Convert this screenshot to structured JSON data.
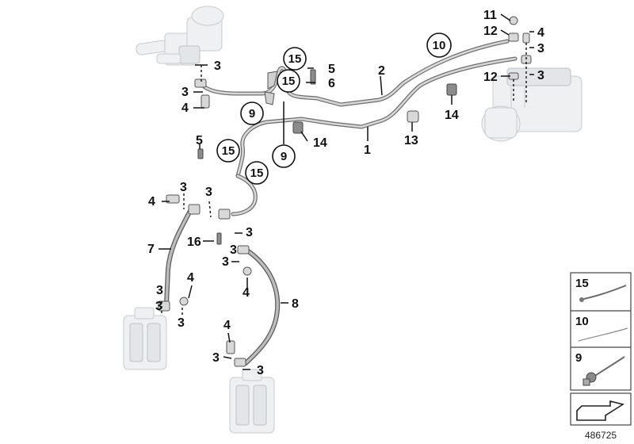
{
  "diagram": {
    "callouts": {
      "c1": "1",
      "c2": "2",
      "c3a": "3",
      "c3b": "3",
      "c3c": "3",
      "c3d": "3",
      "c3e": "3",
      "c3f": "3",
      "c3g": "3",
      "c3h": "3",
      "c3i": "3",
      "c3j": "3",
      "c3k": "3",
      "c3l": "3",
      "c3m": "3",
      "c3n": "3",
      "c4a": "4",
      "c4b": "4",
      "c4c": "4",
      "c4d": "4",
      "c4e": "4",
      "c4f": "4",
      "c5a": "5",
      "c5b": "5",
      "c6": "6",
      "c7": "7",
      "c8": "8",
      "c9a": "9",
      "c9b": "9",
      "c10": "10",
      "c11": "11",
      "c12a": "12",
      "c12b": "12",
      "c13": "13",
      "c14a": "14",
      "c14b": "14",
      "c15a": "15",
      "c15b": "15",
      "c15c": "15",
      "c15d": "15",
      "c16": "16"
    },
    "legend": {
      "row1": "15",
      "row2": "10",
      "row3": "9"
    },
    "image_id": "486725"
  }
}
